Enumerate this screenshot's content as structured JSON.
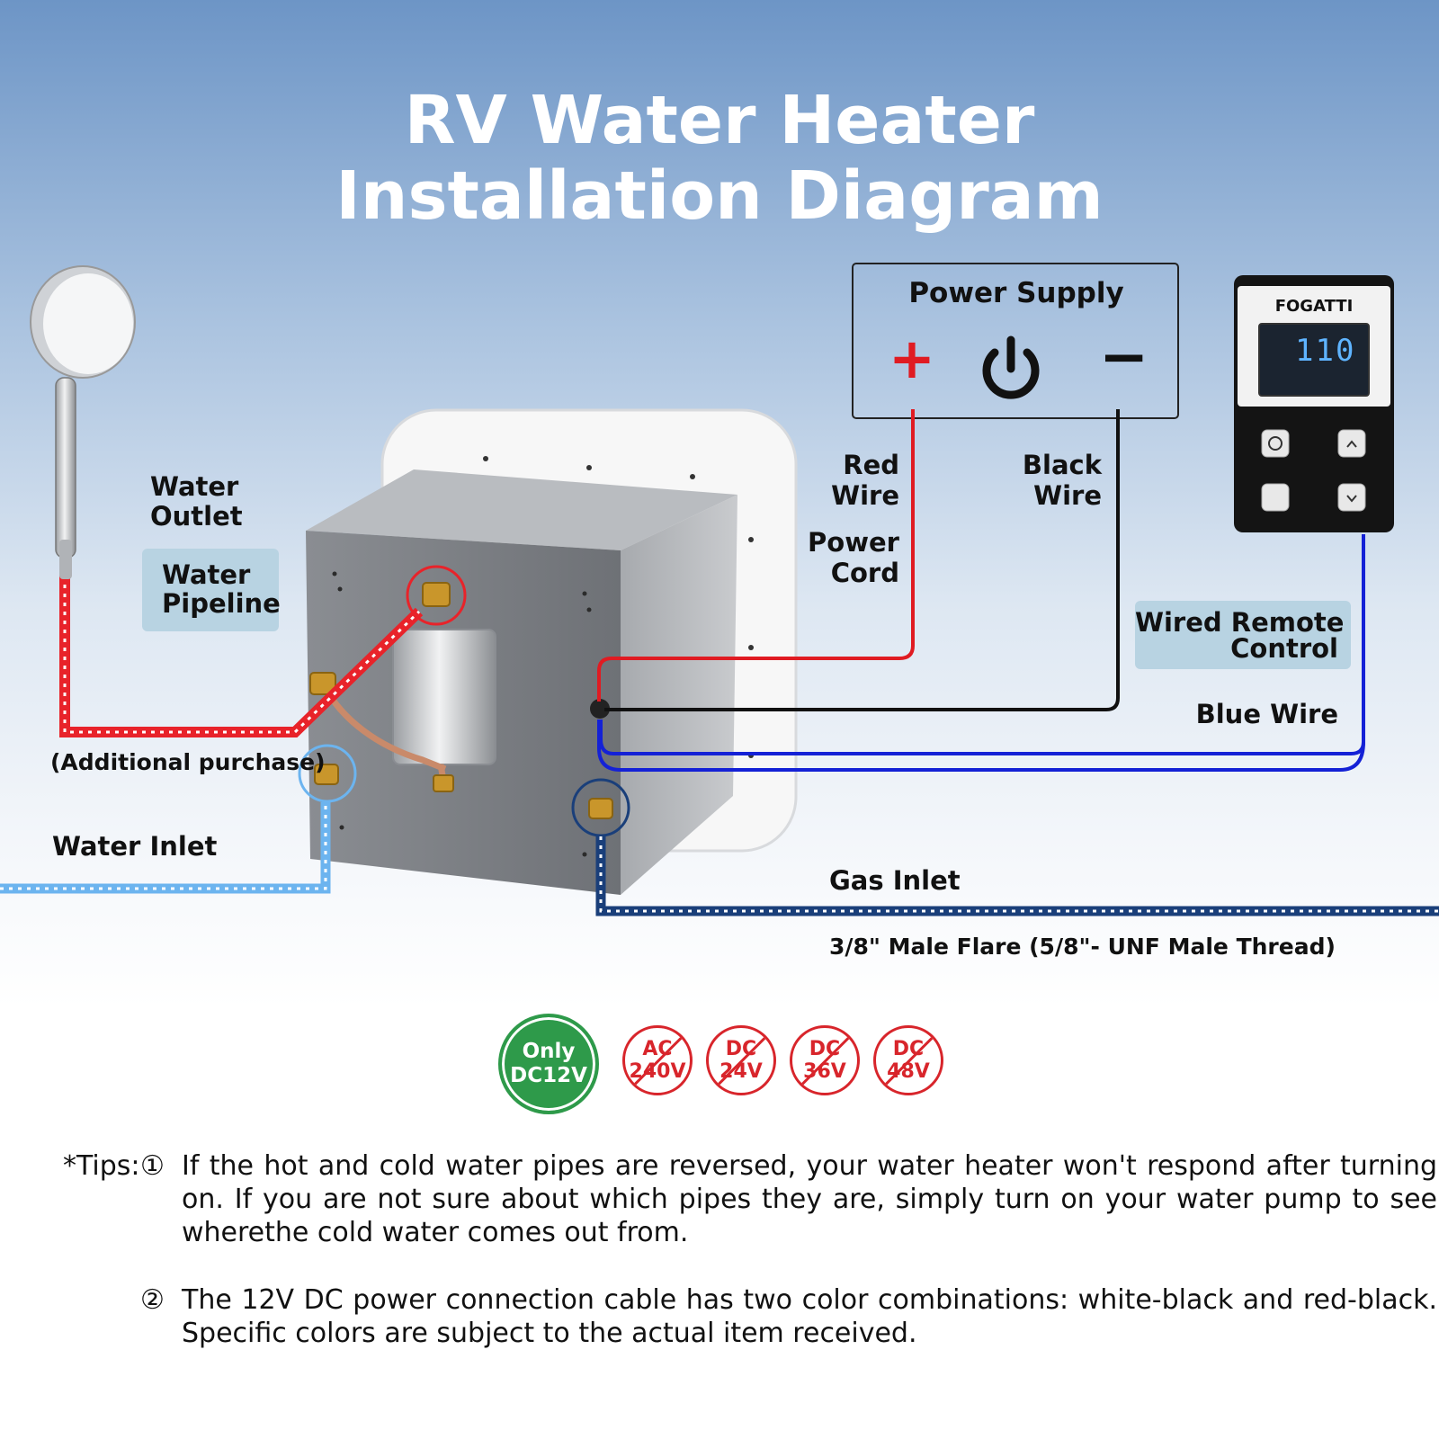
{
  "title": {
    "line1": "RV Water Heater",
    "line2": "Installation Diagram"
  },
  "labels": {
    "water_outlet_1": "Water",
    "water_outlet_2": "Outlet",
    "water_pipeline_1": "Water",
    "water_pipeline_2": "Pipeline",
    "additional_purchase": "(Additional purchase)",
    "water_inlet": "Water Inlet",
    "power_supply": "Power Supply",
    "red_wire_1": "Red",
    "red_wire_2": "Wire",
    "power_cord_1": "Power",
    "power_cord_2": "Cord",
    "black_wire_1": "Black",
    "black_wire_2": "Wire",
    "wired_remote_1": "Wired  Remote",
    "wired_remote_2": "Control",
    "blue_wire": "Blue Wire",
    "gas_inlet": "Gas Inlet",
    "flare": "3/8\" Male Flare (5/8\"- UNF Male Thread)"
  },
  "power_symbols": {
    "plus": "+",
    "minus": "−"
  },
  "remote": {
    "brand": "FOGATTI",
    "display": "110"
  },
  "badges": {
    "ok_line1": "Only",
    "ok_line2": "DC12V",
    "no": [
      {
        "l1": "AC",
        "l2": "240V"
      },
      {
        "l1": "DC",
        "l2": "24V"
      },
      {
        "l1": "DC",
        "l2": "36V"
      },
      {
        "l1": "DC",
        "l2": "48V"
      }
    ]
  },
  "tips": {
    "lead": "*Tips:",
    "num1": "①",
    "text1": "If the hot and cold water pipes are reversed, your water heater won't respond after turning on. If you are not sure about which pipes they are, simply turn on your water pump to see wherethe cold water comes out from.",
    "num2": "②",
    "text2": "The 12V DC power connection cable has two color combinations: white-black and red-black. Specific colors are subject to the actual item received."
  },
  "colors": {
    "hot_pipe": "#e8232a",
    "cold_pipe": "#6cb4ef",
    "gas_pipe": "#1a3f7a",
    "red_wire": "#e01b22",
    "black_wire": "#111111",
    "blue_wire": "#1421d6",
    "badge_ok": "#2e9a4a",
    "badge_no": "#d8252b"
  }
}
